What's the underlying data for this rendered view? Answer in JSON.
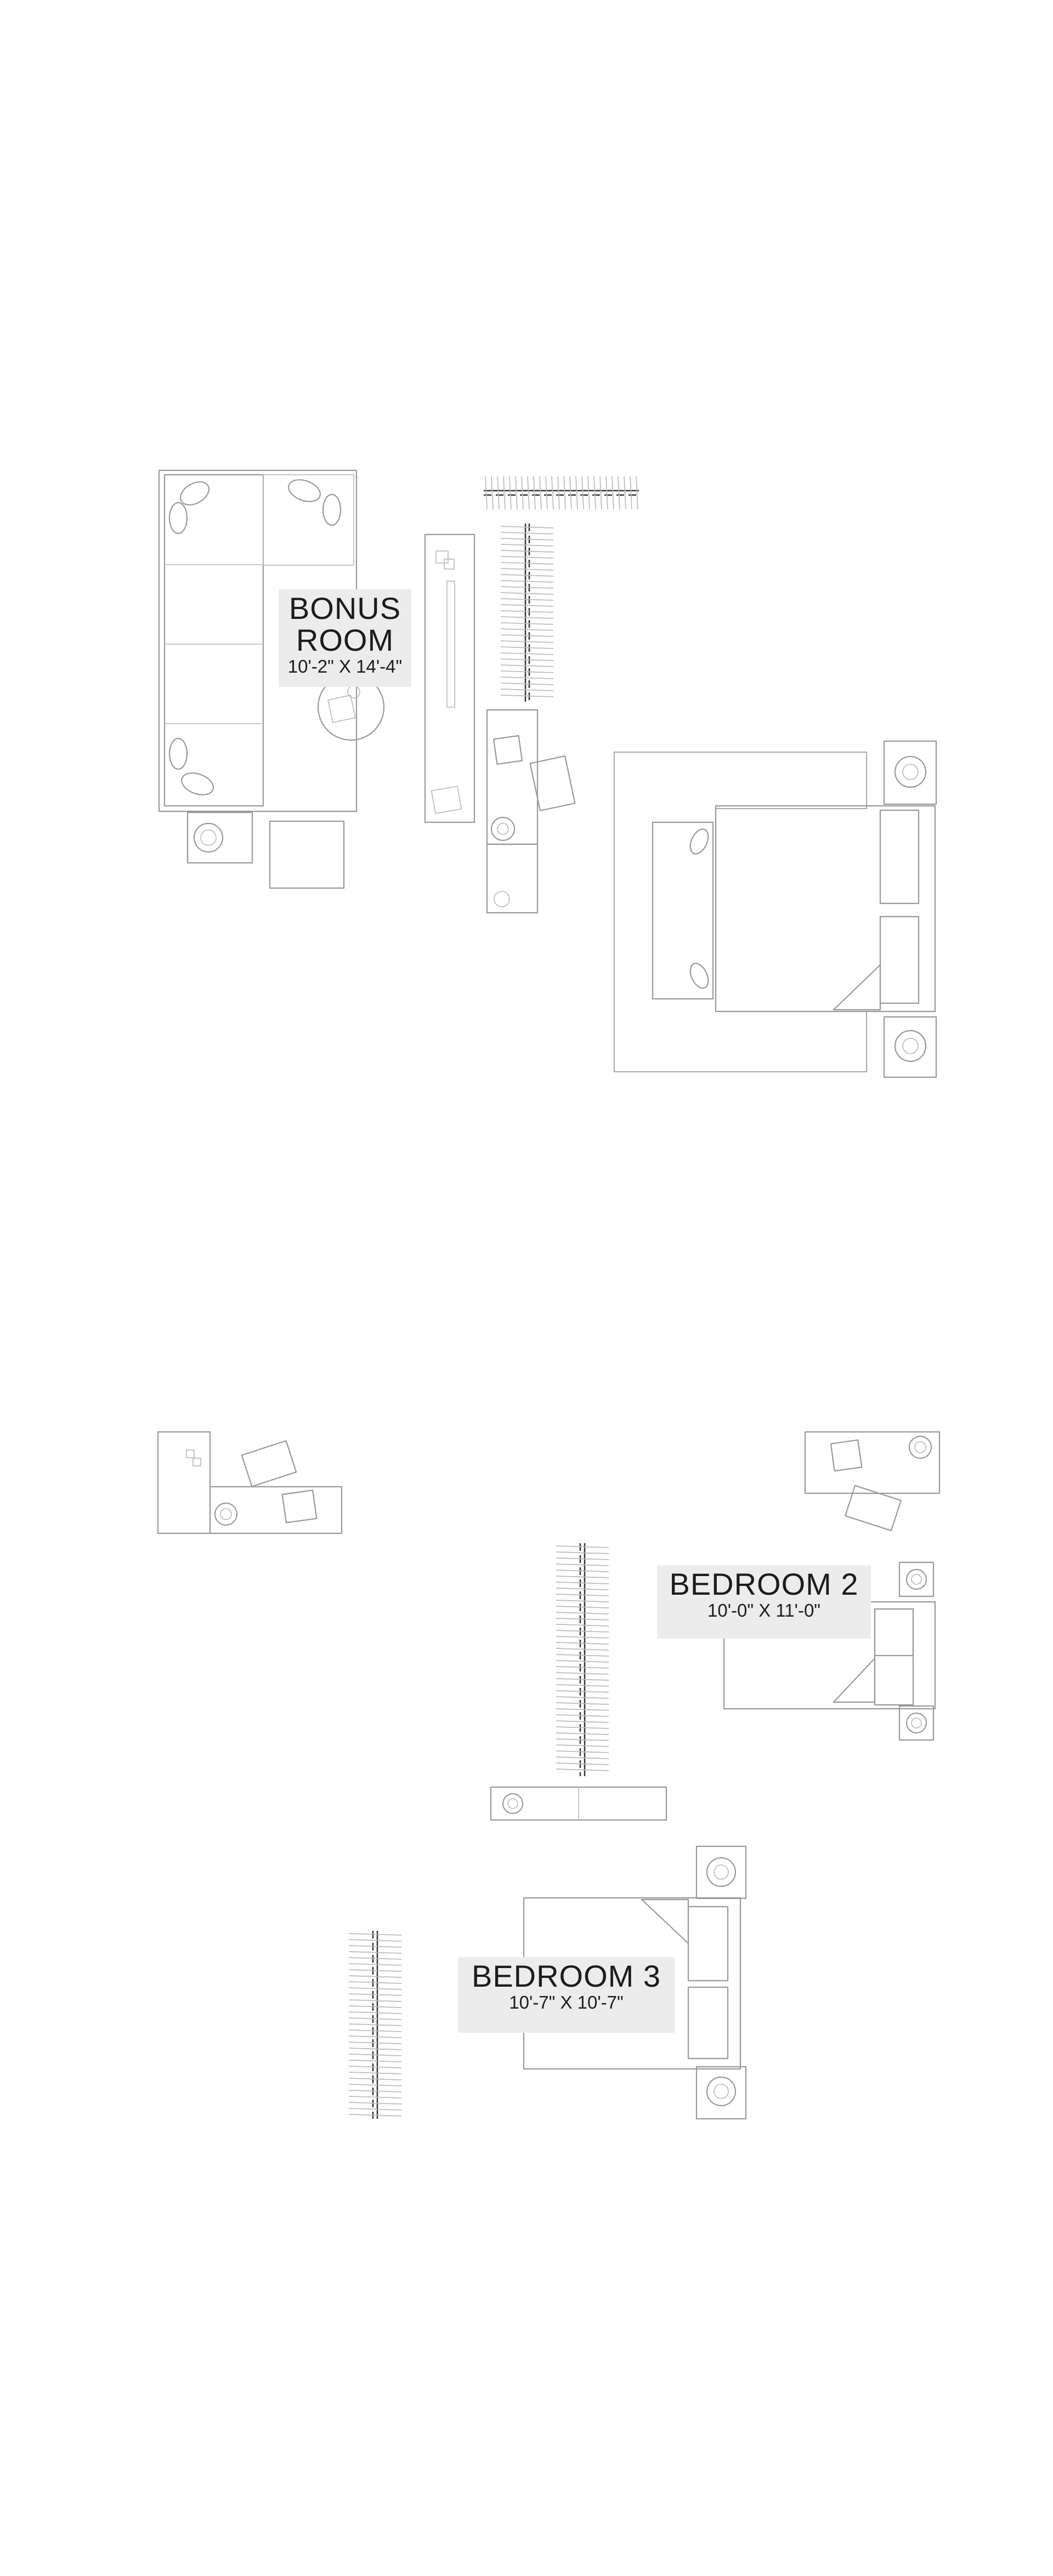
{
  "rooms": {
    "bonus": {
      "name_line1": "BONUS",
      "name_line2": "ROOM",
      "dims": "10'-2\" X 14'-4\""
    },
    "bedroom2": {
      "name": "BEDROOM 2",
      "dims": "10'-0\" X 11'-0\""
    },
    "bedroom3": {
      "name": "BEDROOM 3",
      "dims": "10'-7\" X 10'-7\""
    }
  }
}
